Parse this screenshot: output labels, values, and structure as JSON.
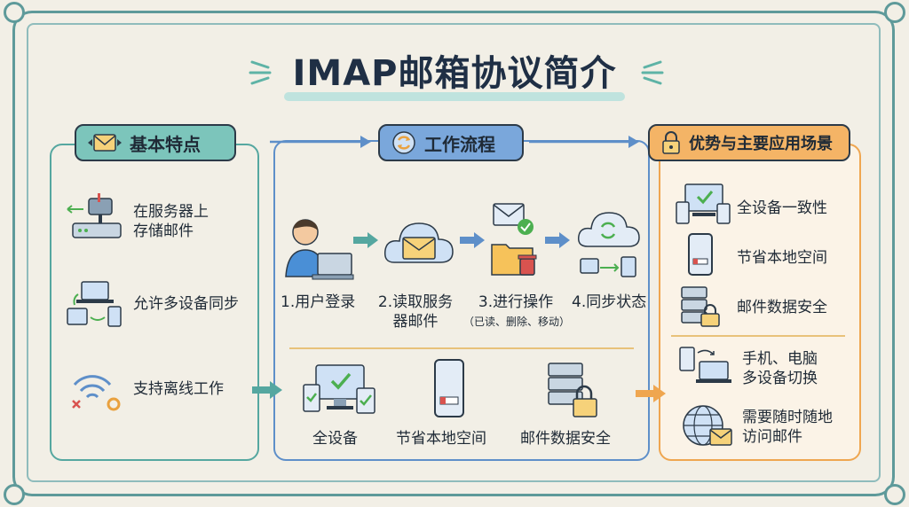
{
  "title": "IMAP邮箱协议简介",
  "sections": {
    "left": {
      "heading": "基本特点",
      "items": [
        {
          "label_line1": "在服务器上",
          "label_line2": "存储邮件"
        },
        {
          "label": "允许多设备同步"
        },
        {
          "label": "支持离线工作"
        }
      ]
    },
    "middle": {
      "heading": "工作流程",
      "steps": [
        {
          "label": "1.用户登录"
        },
        {
          "label_line1": "2.读取服务",
          "label_line2": "器邮件"
        },
        {
          "label": "3.进行操作",
          "note": "（已读、删除、移动）"
        },
        {
          "label": "4.同步状态"
        }
      ],
      "benefits": [
        {
          "label": "全设备"
        },
        {
          "label": "节省本地空间"
        },
        {
          "label": "邮件数据安全"
        }
      ]
    },
    "right": {
      "heading": "优势与主要应用场景",
      "advantages": [
        {
          "label": "全设备一致性"
        },
        {
          "label": "节省本地空间"
        },
        {
          "label": "邮件数据安全"
        }
      ],
      "scenarios": [
        {
          "label_line1": "手机、电脑",
          "label_line2": "多设备切换"
        },
        {
          "label_line1": "需要随时随地",
          "label_line2": "访问邮件"
        }
      ]
    }
  },
  "colors": {
    "teal": "#55a7a0",
    "blue": "#5e8fc9",
    "orange": "#efa650",
    "green_check": "#4caf50",
    "envelope": "#f6d27a"
  }
}
